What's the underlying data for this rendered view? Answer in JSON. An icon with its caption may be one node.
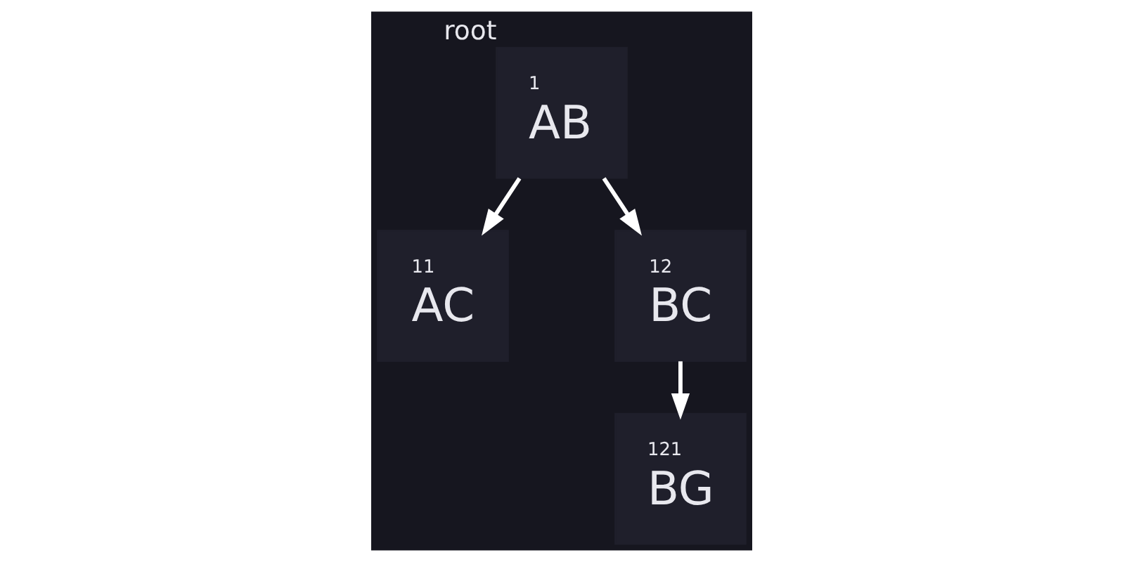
{
  "diagram": {
    "nodes": [
      {
        "text": [
          "1",
          "AB"
        ],
        "beside": [
          "root"
        ]
      },
      {
        "text": [
          "11",
          "AC"
        ]
      },
      {
        "text": [
          "12",
          "BC"
        ]
      },
      {
        "text": [
          "121",
          "BG"
        ]
      }
    ],
    "edges": [
      {
        "from": 0,
        "to": 1,
        "arrow": "to"
      },
      {
        "from": 0,
        "to": 2,
        "arrow": "to"
      },
      {
        "from": 2,
        "to": 3,
        "arrow": "to"
      }
    ]
  }
}
